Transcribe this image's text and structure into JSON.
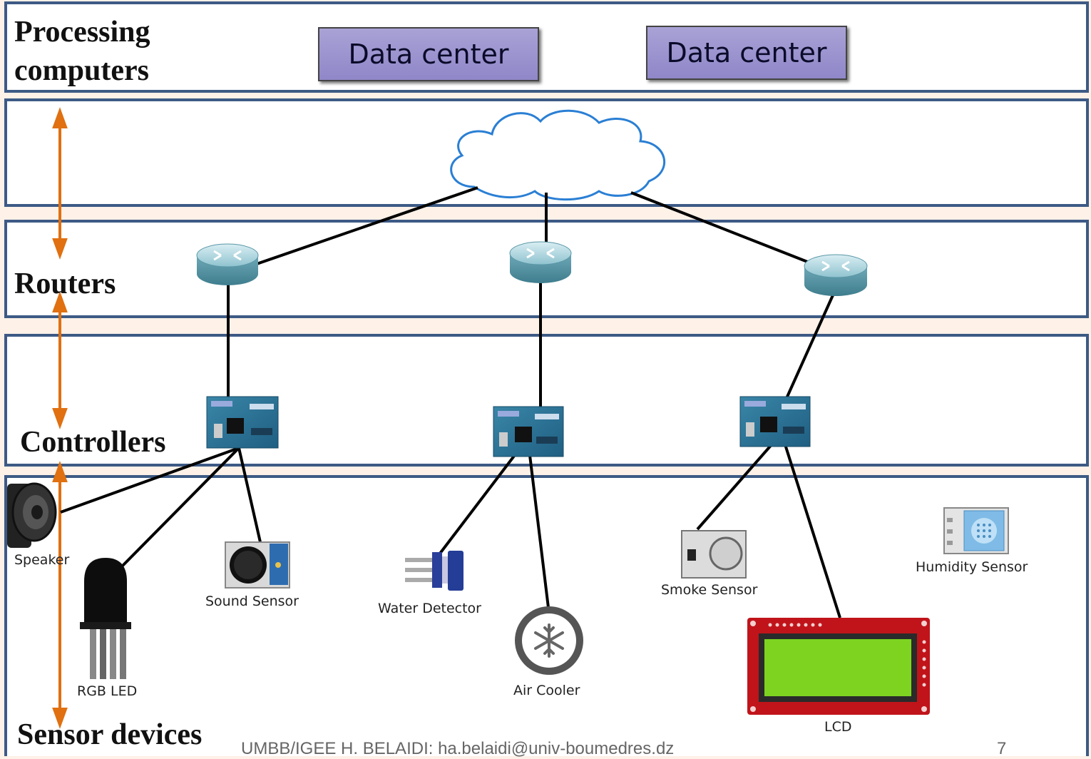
{
  "layers": {
    "processing": "Processing\ncomputers",
    "routers": "Routers",
    "controllers": "Controllers",
    "sensors": "Sensor devices"
  },
  "data_centers": [
    "Data center",
    "Data center"
  ],
  "devices": {
    "speaker": "Speaker",
    "rgb_led": "RGB LED",
    "sound_sensor": "Sound Sensor",
    "water_detector": "Water Detector",
    "air_cooler": "Air Cooler",
    "smoke_sensor": "Smoke Sensor",
    "lcd": "LCD",
    "humidity_sensor": "Humidity Sensor"
  },
  "footer": {
    "author": "UMBB/IGEE  H. BELAIDI: ha.belaidi@univ-boumedres.dz",
    "page": "7"
  },
  "colors": {
    "band_border": "#3d5a85",
    "arrow": "#e07010",
    "cloud_stroke": "#2a7fd4",
    "data_center_fill": "#9c94cf",
    "lcd_frame": "#c0141a",
    "lcd_screen": "#7ed321"
  }
}
